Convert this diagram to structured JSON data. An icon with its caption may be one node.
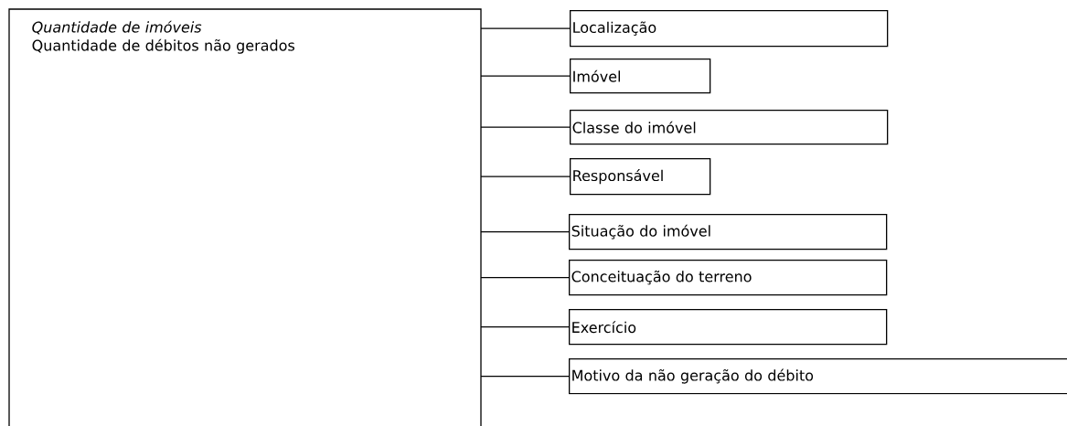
{
  "diagram": {
    "nodes": [
      {
        "text": [
          "Quantidade de imóveis",
          "Quantidade de débitos não gerados"
        ]
      },
      {
        "text": [
          "Localização"
        ]
      },
      {
        "text": [
          "Imóvel"
        ]
      },
      {
        "text": [
          "Classe do imóvel"
        ]
      },
      {
        "text": [
          "Responsável"
        ]
      },
      {
        "text": [
          "Situação do imóvel"
        ]
      },
      {
        "text": [
          "Conceituação do terreno"
        ]
      },
      {
        "text": [
          "Exercício"
        ]
      },
      {
        "text": [
          "Motivo da não geração do débito"
        ]
      }
    ],
    "edges": [
      {
        "from": 0,
        "to": 1,
        "arrow": "none"
      },
      {
        "from": 0,
        "to": 2,
        "arrow": "none"
      },
      {
        "from": 0,
        "to": 3,
        "arrow": "none"
      },
      {
        "from": 0,
        "to": 4,
        "arrow": "none"
      },
      {
        "from": 0,
        "to": 5,
        "arrow": "none"
      },
      {
        "from": 0,
        "to": 6,
        "arrow": "none"
      },
      {
        "from": 0,
        "to": 7,
        "arrow": "none"
      },
      {
        "from": 0,
        "to": 8,
        "arrow": "none"
      }
    ]
  }
}
